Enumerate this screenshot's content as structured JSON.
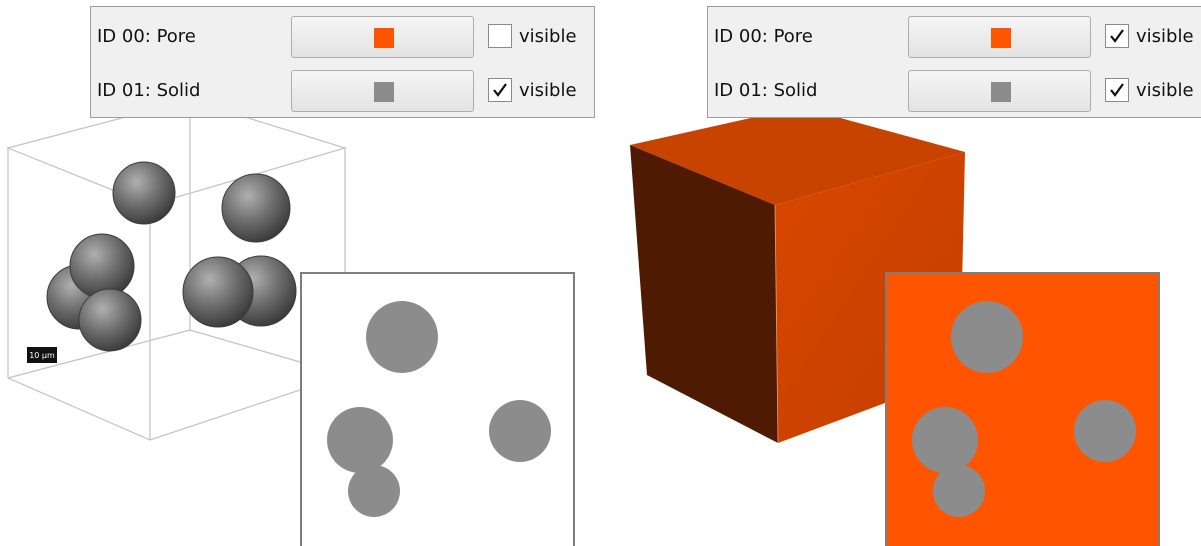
{
  "colors": {
    "pore": "#ff5500",
    "solid": "#8c8c8c",
    "sphere": "#6b6b6b",
    "cube_top": "#c94300",
    "cube_left": "#4e1a02",
    "cube_front": "#d84800"
  },
  "left_view": {
    "panel": {
      "rows": [
        {
          "label": "ID 00: Pore",
          "color_icon": "orange-swatch",
          "visible": false,
          "visible_label": "visible"
        },
        {
          "label": "ID 01: Solid",
          "color_icon": "gray-swatch",
          "visible": true,
          "visible_label": "visible"
        }
      ]
    },
    "render": "wireframe-box-with-solid-spheres",
    "scale_bar_text": "10 µm",
    "slice": {
      "background": "white",
      "circles": "solid"
    }
  },
  "right_view": {
    "panel": {
      "rows": [
        {
          "label": "ID 00: Pore",
          "color_icon": "orange-swatch",
          "visible": true,
          "visible_label": "visible"
        },
        {
          "label": "ID 01: Solid",
          "color_icon": "gray-swatch",
          "visible": true,
          "visible_label": "visible"
        }
      ]
    },
    "render": "solid-orange-cube",
    "slice": {
      "background": "pore-orange",
      "circles": "solid"
    }
  }
}
